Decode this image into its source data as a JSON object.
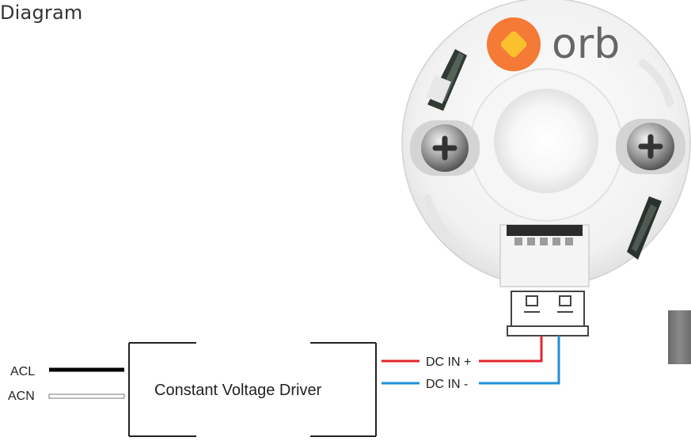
{
  "page": {
    "title": "Diagram"
  },
  "module": {
    "brand": "orb",
    "brand_color": "#f47a36"
  },
  "driver": {
    "label": "Constant Voltage Driver"
  },
  "inputs": {
    "acl": "ACL",
    "acn": "ACN"
  },
  "outputs": {
    "dc_plus": "DC IN +",
    "dc_minus": "DC IN -"
  },
  "colors": {
    "positive_wire": "#e3242b",
    "negative_wire": "#1e8fd8",
    "live_wire": "#000000",
    "neutral_wire": "#ffffff",
    "side_block": "#7a7a7a"
  }
}
